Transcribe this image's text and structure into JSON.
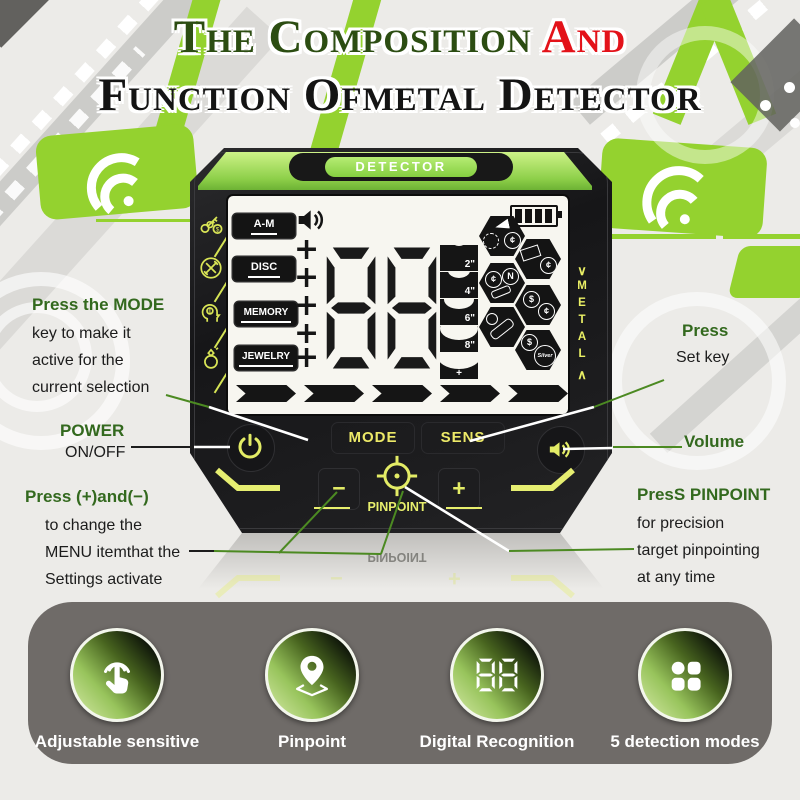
{
  "title": {
    "line1_main": "The Composition",
    "line1_accent": "And",
    "line2": "Function Ofmetal Detector"
  },
  "detector": {
    "brand": "DETECTOR",
    "side_label": "METAL",
    "side_chevron_down": "∨",
    "side_chevron_up": "∧",
    "left_icons": [
      "keys-coin-icon",
      "crossed-picks-icon",
      "head-coin-icon",
      "ring-icon"
    ],
    "lcd": {
      "mode_buttons": [
        "A-M",
        "DISC",
        "MEMORY",
        "JEWELRY"
      ],
      "display_value": "88",
      "plus_mark": "+",
      "depth_labels": [
        "2\"",
        "4\"",
        "6\"",
        "8\"",
        "+"
      ],
      "targets": [
        {
          "name": "horn-and-cap",
          "symbols": [
            "¢",
            ""
          ]
        },
        {
          "name": "foil",
          "symbols": [
            "¢",
            ""
          ]
        },
        {
          "name": "cent-nickel-coins",
          "symbols": [
            "¢",
            "N"
          ]
        },
        {
          "name": "dollar-cent-coins",
          "symbols": [
            "$",
            "¢"
          ]
        },
        {
          "name": "screw",
          "symbols": [
            "",
            ""
          ]
        },
        {
          "name": "dollar-silver-coins",
          "symbols": [
            "$",
            "Silver"
          ]
        }
      ]
    },
    "controls": {
      "mode": "MODE",
      "sens": "SENS",
      "minus": "−",
      "plus": "+",
      "pinpoint": "PINPOINT"
    }
  },
  "annotations": {
    "mode": {
      "heading": "Press the MODE",
      "lines": [
        "key to make it",
        "active for the",
        "current selection"
      ]
    },
    "power": {
      "heading": "POWER",
      "line": "ON/OFF"
    },
    "plus_minus": {
      "heading": "Press (+)and(−)",
      "lines": [
        "to change the",
        "MENU itemthat the",
        "Settings activate"
      ]
    },
    "set": {
      "heading": "Press",
      "line": "Set key"
    },
    "volume": {
      "heading": "Volume"
    },
    "pinpoint": {
      "heading": "PresS PINPOINT",
      "lines": [
        "for precision",
        "target pinpointing",
        "at any time"
      ]
    }
  },
  "features": {
    "items": [
      {
        "icon": "touch-icon",
        "label": "Adjustable sensitive"
      },
      {
        "icon": "pin-icon",
        "label": "Pinpoint"
      },
      {
        "icon": "digit-display-icon",
        "label": "Digital Recognition"
      },
      {
        "icon": "grid-icon",
        "label": "5 detection modes"
      }
    ]
  },
  "colors": {
    "accent_green": "#94d22f",
    "title_green": "#2c4d12",
    "title_red": "#e31219",
    "annotation_green": "#33691e",
    "lcd_yellow": "#e8ef6d",
    "panel_gray": "#6f6b68"
  }
}
